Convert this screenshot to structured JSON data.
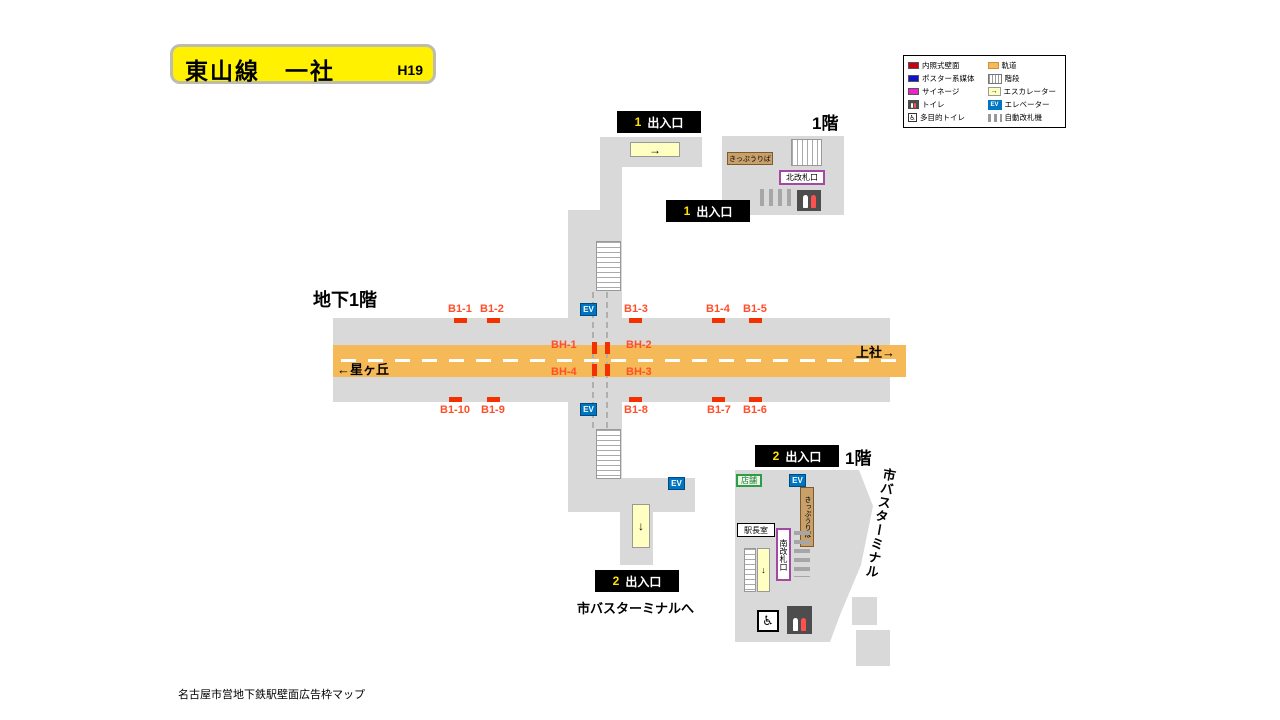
{
  "caption": "名古屋市営地下鉄駅壁面広告枠マップ",
  "station_sign": {
    "line_station": "東山線　一社",
    "code": "H19"
  },
  "legend": {
    "left": [
      {
        "label": "内照式壁面"
      },
      {
        "label": "ポスター系媒体"
      },
      {
        "label": "サイネージ"
      },
      {
        "label": "トイレ"
      },
      {
        "label": "多目的トイレ"
      }
    ],
    "right": [
      {
        "label": "軌道"
      },
      {
        "label": "階段"
      },
      {
        "label": "エスカレーター"
      },
      {
        "label": "エレベーター"
      },
      {
        "label": "自動改札機"
      }
    ]
  },
  "floors": {
    "b1": "地下1階",
    "f1_north": "1階",
    "f1_south": "1階"
  },
  "track": {
    "left_dest": "←星ヶ丘",
    "right_dest": "上社→"
  },
  "exits": {
    "e1a": {
      "num": "1",
      "label": "出入口"
    },
    "e1b": {
      "num": "1",
      "label": "出入口"
    },
    "e2a": {
      "num": "2",
      "label": "出入口"
    },
    "e2b": {
      "num": "2",
      "label": "出入口"
    }
  },
  "ads": {
    "top": [
      "B1-1",
      "B1-2",
      "B1-3",
      "B1-4",
      "B1-5"
    ],
    "bottom": [
      "B1-10",
      "B1-9",
      "B1-8",
      "B1-7",
      "B1-6"
    ],
    "bh": {
      "upper_left": "BH-1",
      "upper_right": "BH-2",
      "lower_left": "BH-4",
      "lower_right": "BH-3"
    }
  },
  "rooms": {
    "ticket_north": "きっぷうりば",
    "gate_north": "北改札口",
    "shop": "店舗",
    "ticket_south": "きっぷうりば",
    "master_office": "駅長室",
    "gate_south": "南改札口"
  },
  "labels": {
    "ev": "EV",
    "bus_terminal_to": "市バスターミナルへ",
    "bus_terminal": "市バスターミナル"
  },
  "icons": {
    "arrow_right": "→",
    "arrow_down": "↓",
    "wheelchair": "♿"
  },
  "colors": {
    "track_orange": "#F5B957",
    "corridor_gray": "#D9D9D9",
    "ad_red": "#FF4E2A",
    "ev_blue": "#0075C2",
    "sign_yellow": "#FFF100",
    "exit_number_yellow": "#FFE100",
    "gate_box_purple": "#A349A4"
  }
}
